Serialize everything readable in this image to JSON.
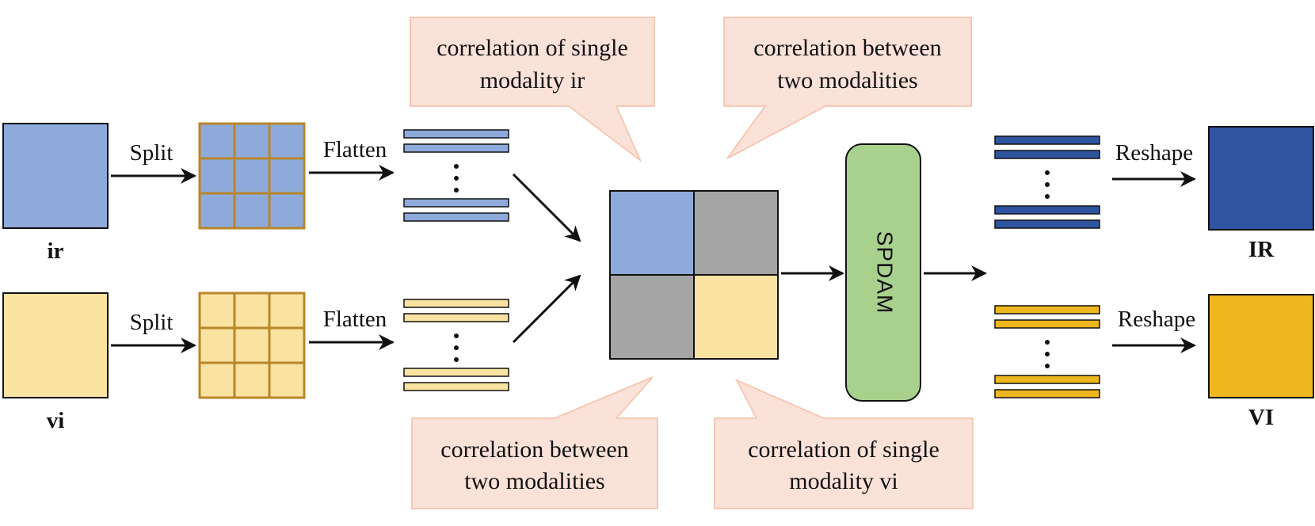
{
  "inputs": {
    "ir_label": "ir",
    "vi_label": "vi"
  },
  "steps": {
    "split_top": "Split",
    "split_bottom": "Split",
    "flatten_top": "Flatten",
    "flatten_bottom": "Flatten",
    "reshape_top": "Reshape",
    "reshape_bottom": "Reshape"
  },
  "module": {
    "name": "SPDAM"
  },
  "outputs": {
    "ir_label": "IR",
    "vi_label": "VI"
  },
  "callouts": {
    "top_left": {
      "line1": "correlation of single",
      "line2": "modality ir"
    },
    "top_right": {
      "line1": "correlation between",
      "line2": "two modalities"
    },
    "bottom_left": {
      "line1": "correlation between",
      "line2": "two modalities"
    },
    "bottom_right": {
      "line1": "correlation of single",
      "line2": "modality vi"
    }
  },
  "colors": {
    "ir_light": "#8eaadb",
    "vi_light": "#fae3a1",
    "ir_dark": "#2f54a0",
    "vi_dark": "#efb71f",
    "grid_border": "#b8862b",
    "correlation_gray": "#a5a5a5",
    "spdam_fill": "#a9d18e",
    "callout_fill": "#fbe2d8",
    "callout_border": "#f6c8b4"
  }
}
